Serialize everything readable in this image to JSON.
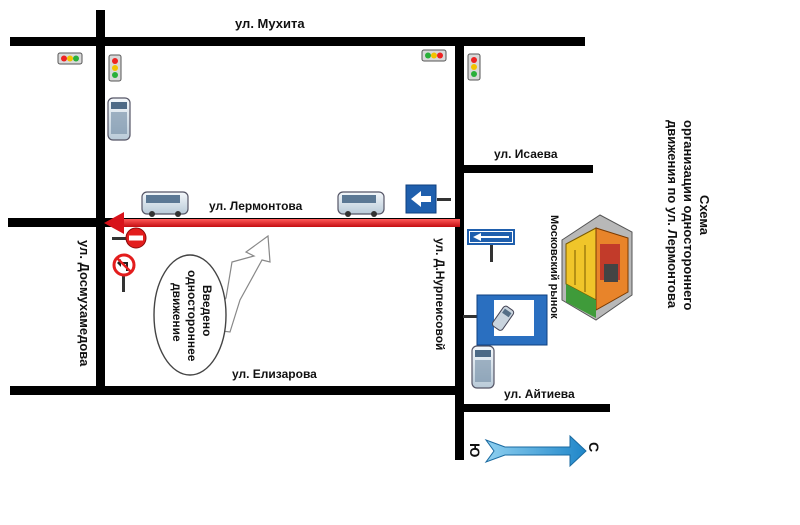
{
  "streets": {
    "mukhita": "ул. Мухита",
    "isaeva": "ул. Исаева",
    "lermontova": "ул. Лермонтова",
    "dosmukhamedova": "ул. Досмухамедова",
    "nurpeisovoi": "ул. Д.Нурпеисовой",
    "elizarova": "ул. Елизарова",
    "aitieva": "ул. Айтиева"
  },
  "landmarks": {
    "market": "Московский рынок"
  },
  "callout": {
    "line1": "Введено",
    "line2": "одностороннее",
    "line3": "движение"
  },
  "title": {
    "line1": "Схема",
    "line2": "организации одностороннего",
    "line3": "движения по ул. Лермонтова"
  },
  "compass": {
    "north": "С",
    "south": "Ю"
  },
  "colors": {
    "road": "#000000",
    "one_way_arrow": "#e8141b",
    "compass_arrow": "#2e9bd6",
    "sign_blue": "#1f5fad"
  },
  "icons": [
    "traffic-light-icon",
    "bus-icon",
    "one-way-sign-icon",
    "no-entry-sign-icon",
    "no-left-turn-sign-icon",
    "bus-stop-sign-icon",
    "market-building-icon"
  ]
}
